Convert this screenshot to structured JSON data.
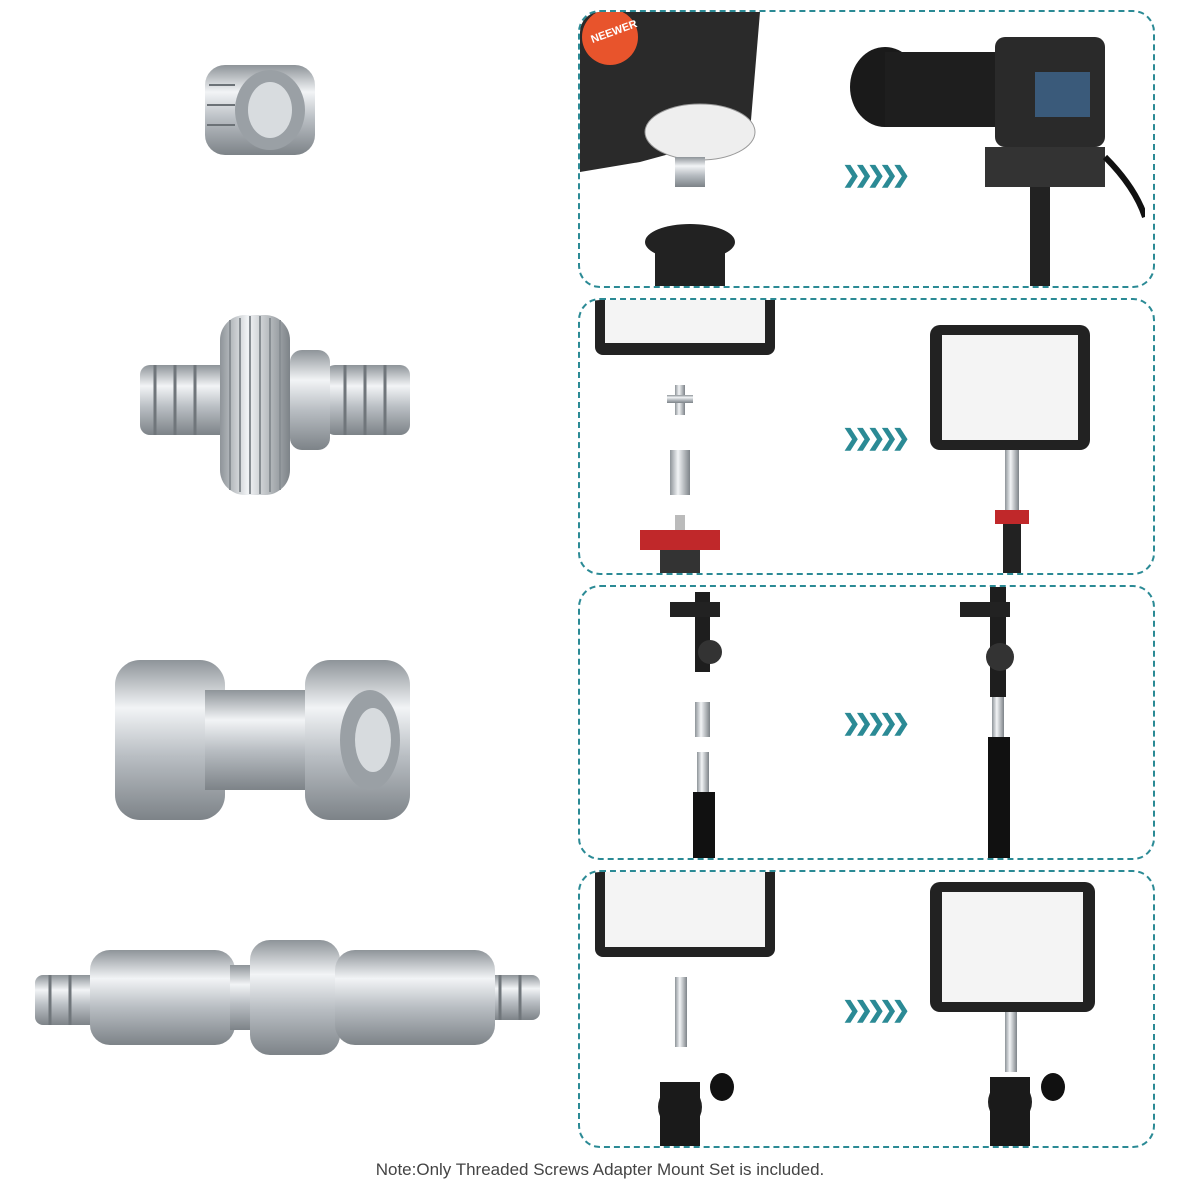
{
  "note": "Note:Only Threaded Screws Adapter Mount Set is included.",
  "brand_logo": "NEEWER",
  "colors": {
    "accent": "#2b8a95",
    "metal": "#c8ccd0",
    "dark": "#1e1e1e",
    "red": "#c0282a",
    "orange": "#e8542c"
  },
  "products": [
    {
      "name": "screw-adapter-bushing"
    },
    {
      "name": "double-male-screw"
    },
    {
      "name": "female-spigot-adapter"
    },
    {
      "name": "male-spigot-stud"
    }
  ],
  "panels": [
    {
      "name": "tripod-head-to-camera"
    },
    {
      "name": "light-stand-to-led-panel"
    },
    {
      "name": "umbrella-bracket-to-stand"
    },
    {
      "name": "ball-head-to-led-panel"
    }
  ],
  "arrow_glyph": "❯❯❯❯❯"
}
